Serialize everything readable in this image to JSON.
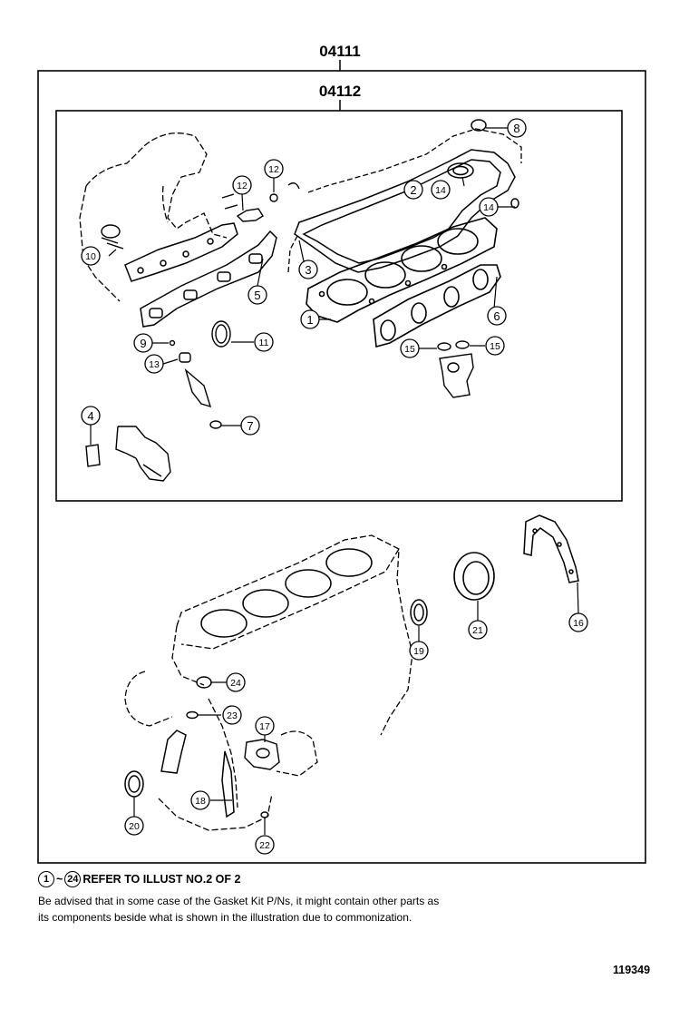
{
  "kit_outer": {
    "part_number": "04111"
  },
  "kit_inner": {
    "part_number": "04112"
  },
  "callouts": {
    "c1": "1",
    "c2": "2",
    "c3": "3",
    "c4": "4",
    "c5": "5",
    "c6": "6",
    "c7": "7",
    "c8": "8",
    "c9": "9",
    "c10": "10",
    "c11": "11",
    "c12a": "12",
    "c12b": "12",
    "c13": "13",
    "c14a": "14",
    "c14b": "14",
    "c15a": "15",
    "c15b": "15",
    "c16": "16",
    "c17": "17",
    "c18": "18",
    "c19": "19",
    "c20": "20",
    "c21": "21",
    "c22": "22",
    "c23": "23",
    "c24": "24"
  },
  "notes": {
    "ref_start": "1",
    "ref_sep": "~",
    "ref_end": "24",
    "ref_text": "REFER TO ILLUST NO.2 OF 2",
    "advice_line1": "Be advised that in some case of the Gasket Kit P/Ns,  it might contain other parts as",
    "advice_line2": "its components beside what is shown in the illustration due to commonization."
  },
  "diagram_id": "119349"
}
